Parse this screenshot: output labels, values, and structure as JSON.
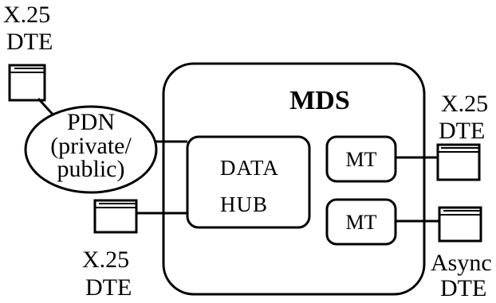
{
  "terminals": {
    "top_left": {
      "line1": "X.25",
      "line2": "DTE"
    },
    "bottom_left": {
      "line1": "X.25",
      "line2": "DTE"
    },
    "top_right": {
      "line1": "X.25",
      "line2": "DTE"
    },
    "bottom_right": {
      "line1": "Async",
      "line2": "DTE"
    }
  },
  "pdn": {
    "line1": "PDN",
    "line2": "(private/",
    "line3": "public)"
  },
  "mds": {
    "title": "MDS"
  },
  "data_hub": {
    "line1": "DATA",
    "line2": "HUB"
  },
  "mt_top": {
    "label": "MT"
  },
  "mt_bottom": {
    "label": "MT"
  }
}
